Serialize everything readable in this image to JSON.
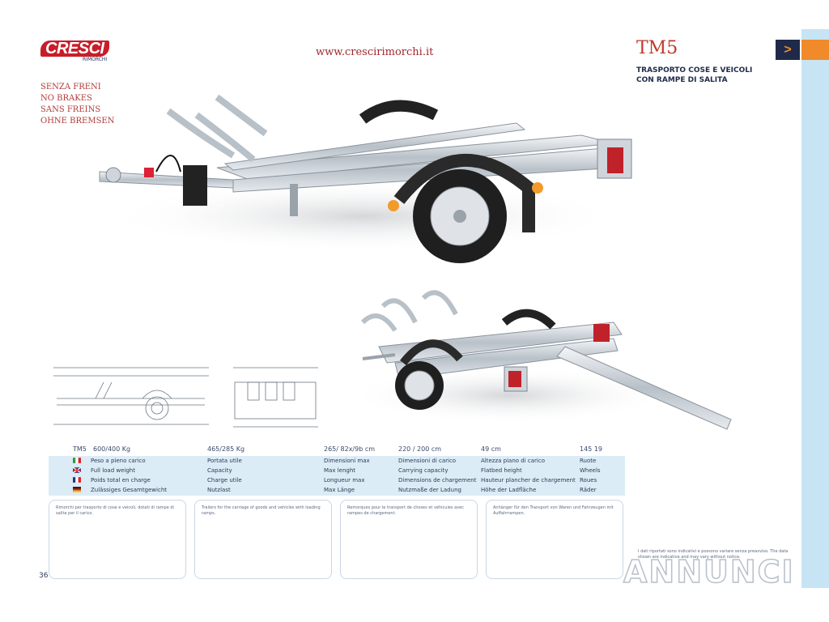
{
  "header": {
    "brand": "CRESCI",
    "brand_sub": "RIMORCHI",
    "website": "www.crescirimorchi.it"
  },
  "brakes": [
    "SENZA FRENI",
    "NO BRAKES",
    "SANS FREINS",
    "OHNE BREMSEN"
  ],
  "product": {
    "model": "TM5",
    "subtitle_1": "TRASPORTO COSE E VEICOLI",
    "subtitle_2": "CON RAMPE DI SALITA",
    "arrow": ">"
  },
  "specs": {
    "head": [
      "TM5",
      "600/400 Kg",
      "465/285 Kg",
      "265/ 82x/9b cm",
      "220 / 200 cm",
      "49 cm",
      "145 19"
    ],
    "rows": [
      [
        "Peso a pieno carico",
        "Portata utile",
        "Dimensioni max",
        "Dimensioni di carico",
        "Altezza piano di carico",
        "Ruote"
      ],
      [
        "Full load weight",
        "Capacity",
        "Max lenght",
        "Carrying capacity",
        "Flatbed height",
        "Wheels"
      ],
      [
        "Poids total en charge",
        "Charge utile",
        "Longueur max",
        "Dimensions de chargement",
        "Hauteur plancher de chargement",
        "Roues"
      ],
      [
        "Zulässiges Gesamtgewicht",
        "Nutzlast",
        "Max Länge",
        "Nutzmaße der Ladung",
        "Höhe der Ladfläche",
        "Räder"
      ]
    ]
  },
  "notes": [
    "Rimorchi per trasporto di cose e veicoli, dotati di rampe di salita per il carico.",
    "Trailers for the carriage of goods and vehicles with loading ramps.",
    "Remorques pour le transport de choses et véhicules avec rampes de chargement.",
    "Anhänger für den Transport von Waren und Fahrzeugen mit Auffahrrampen."
  ],
  "page_number": "36",
  "disclaimer": "I dati riportati sono indicativi e possono variare senza preavviso. The data shown are indicative and may vary without notice.",
  "watermark": "ANNUNCI",
  "colors": {
    "accent_red": "#c0392b",
    "navy": "#1f2a4a",
    "orange": "#f08a2a",
    "light_blue": "#c6e4f4"
  }
}
